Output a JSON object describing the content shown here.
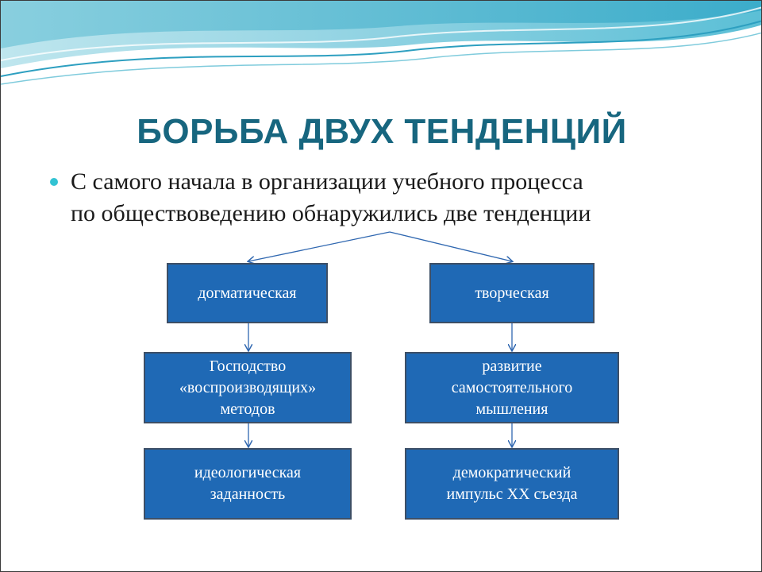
{
  "slide": {
    "title": "БОРЬБА ДВУХ ТЕНДЕНЦИЙ",
    "bullet_line1": "С самого начала в организации учебного процесса",
    "bullet_line2": "по обществоведению обнаружились две тенденции"
  },
  "diagram": {
    "left_branch": {
      "level1": "догматическая",
      "level2_line1": "Господство",
      "level2_line2": "«воспроизводящих»",
      "level2_line3": "методов",
      "level3_line1": "идеологическая",
      "level3_line2": "заданность"
    },
    "right_branch": {
      "level1": "творческая",
      "level2_line1": "развитие",
      "level2_line2": "самостоятельного",
      "level2_line3": "мышления",
      "level3_line1": "демократический",
      "level3_line2": "импульс XX съезда"
    }
  },
  "colors": {
    "title": "#17667f",
    "box_fill": "#1f69b5",
    "box_border": "#3d4f66",
    "bullet": "#33c3d3",
    "connector": "#2f67b0"
  }
}
